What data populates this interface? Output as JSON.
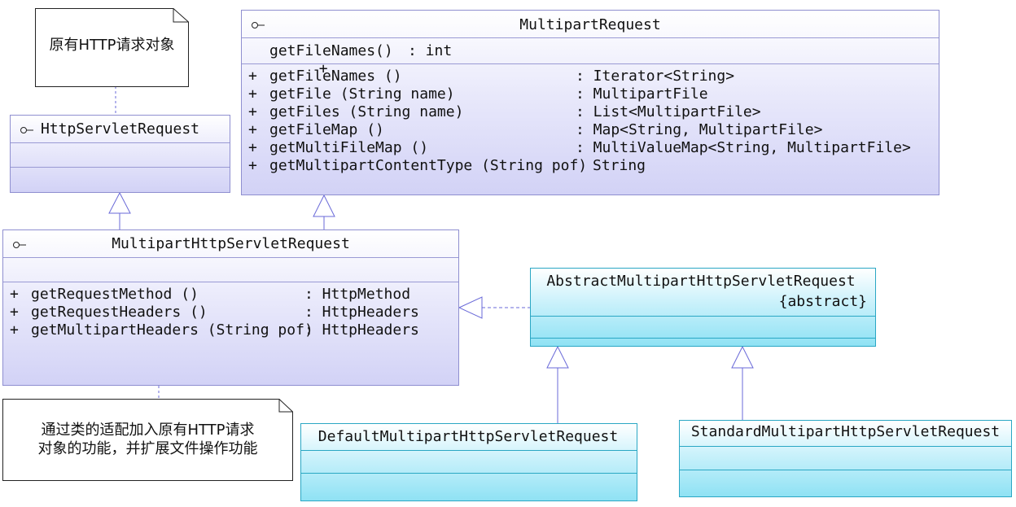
{
  "notes": {
    "top_note": "原有HTTP请求对象",
    "bottom_note_line1": "通过类的适配加入原有HTTP请求",
    "bottom_note_line2": "对象的功能，并扩展文件操作功能"
  },
  "classes": {
    "http_servlet_request": {
      "name": "HttpServletRequest"
    },
    "multipart_request": {
      "name": "MultipartRequest",
      "attributes": [
        {
          "vis": "+",
          "name": "getFileNames()",
          "type": ": int"
        }
      ],
      "operations": [
        {
          "vis": "+",
          "name": "getFileNames ()",
          "type": ": Iterator<String>"
        },
        {
          "vis": "+",
          "name": "getFile (String name)",
          "type": ": MultipartFile"
        },
        {
          "vis": "+",
          "name": "getFiles (String name)",
          "type": ": List<MultipartFile>"
        },
        {
          "vis": "+",
          "name": "getFileMap ()",
          "type": ": Map<String, MultipartFile>"
        },
        {
          "vis": "+",
          "name": "getMultiFileMap ()",
          "type": ": MultiValueMap<String, MultipartFile>"
        },
        {
          "vis": "+",
          "name": "getMultipartContentType (String pof)",
          "type": "String"
        }
      ]
    },
    "multipart_http_servlet_request": {
      "name": "MultipartHttpServletRequest",
      "operations": [
        {
          "vis": "+",
          "name": "getRequestMethod ()",
          "type": ": HttpMethod"
        },
        {
          "vis": "+",
          "name": "getRequestHeaders ()",
          "type": ": HttpHeaders"
        },
        {
          "vis": "+",
          "name": "getMultipartHeaders (String pof)",
          "type": ": HttpHeaders"
        }
      ]
    },
    "abstract_multipart_http_servlet_request": {
      "name": "AbstractMultipartHttpServletRequest",
      "stereotype": "{abstract}"
    },
    "default_multipart_http_servlet_request": {
      "name": "DefaultMultipartHttpServletRequest"
    },
    "standard_multipart_http_servlet_request": {
      "name": "StandardMultipartHttpServletRequest"
    }
  },
  "colors": {
    "interface_border": "#8f8fd0",
    "class_border": "#2aa7c4",
    "line": "#5a5ad0"
  },
  "icons": [
    "interface-lollipop-icon",
    "generalization-arrow-icon",
    "realization-arrow-icon"
  ]
}
